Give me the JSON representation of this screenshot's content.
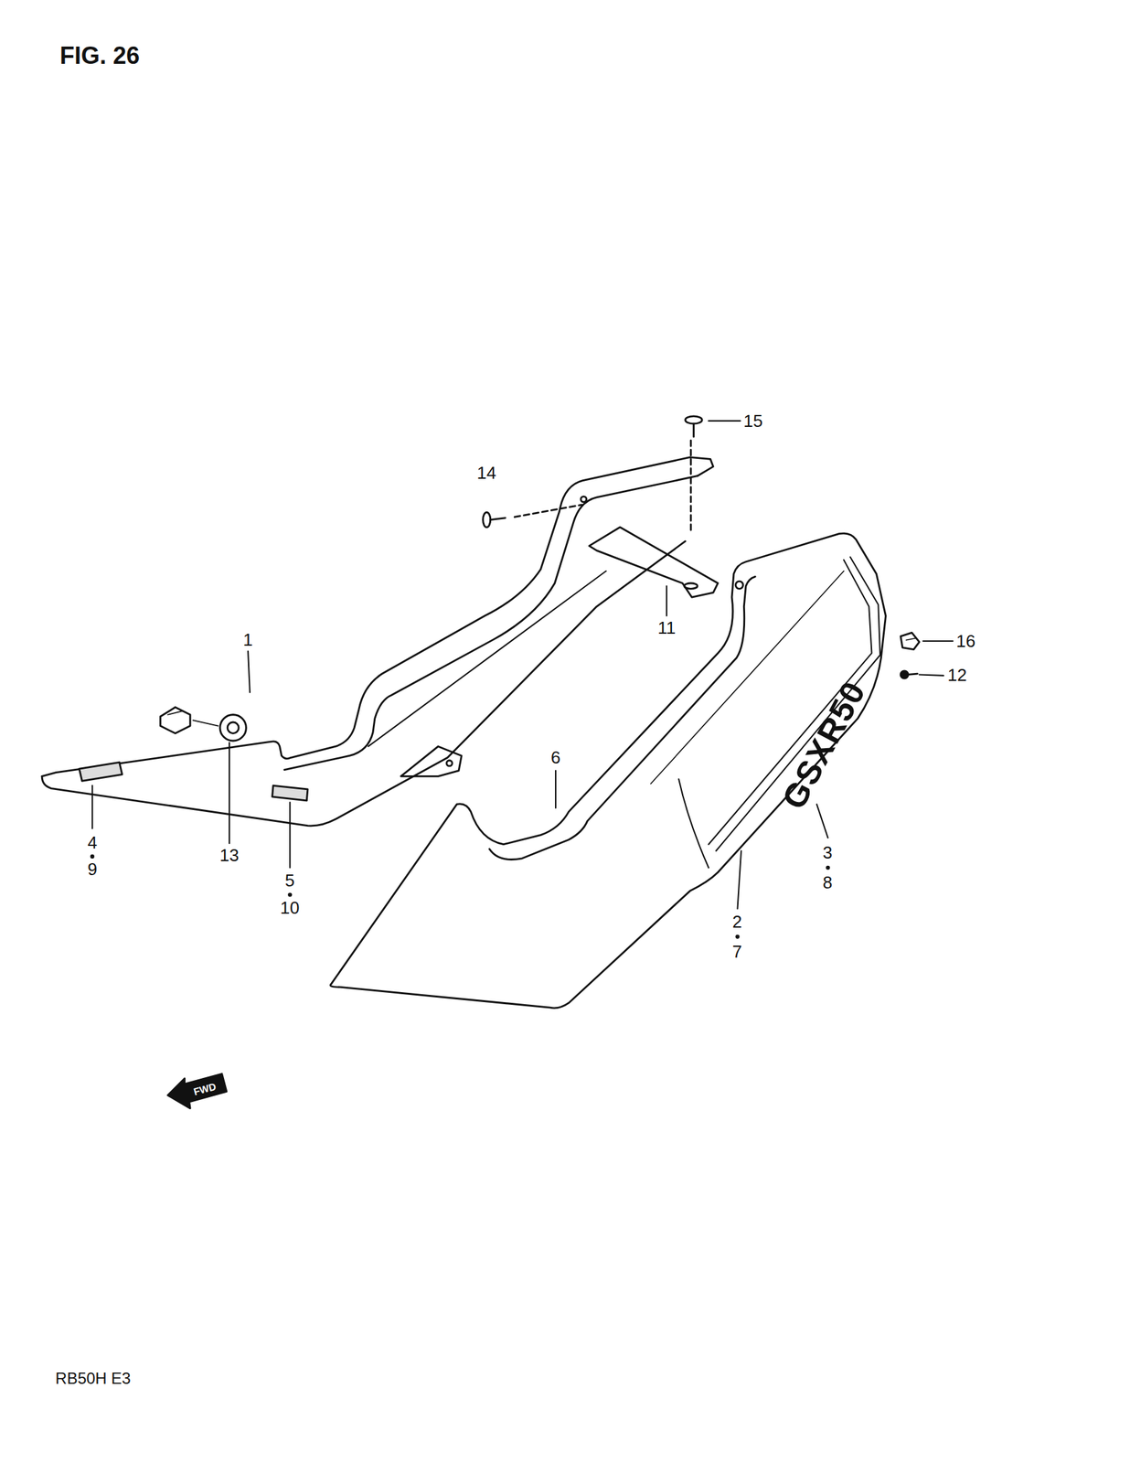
{
  "diagram": {
    "title": "FIG. 26",
    "labels": [
      "1",
      "2",
      "7",
      "3",
      "8",
      "4",
      "9",
      "5",
      "10",
      "6",
      "11",
      "12",
      "13",
      "14",
      "15",
      "16",
      "GSXR50",
      "FWD",
      "RB50H E3"
    ]
  }
}
